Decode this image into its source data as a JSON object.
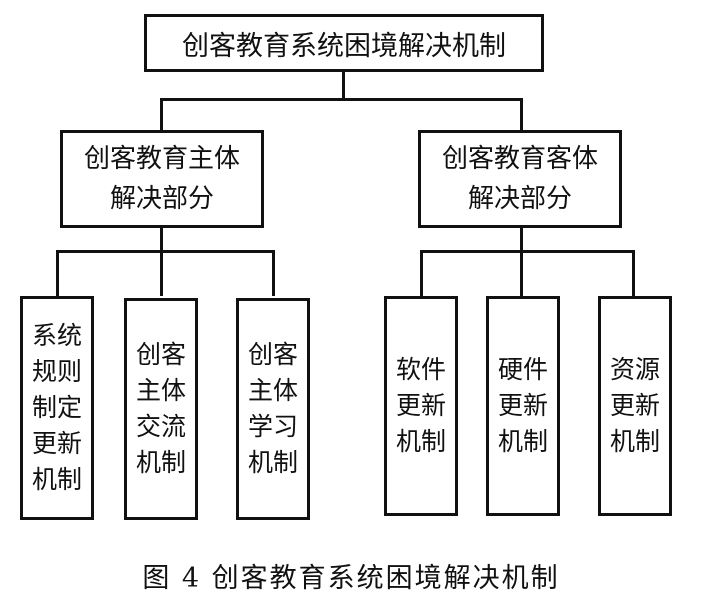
{
  "root": {
    "label": "创客教育系统困境解决机制"
  },
  "branches": [
    {
      "label_lines": [
        "创客教育主体",
        "解决部分"
      ],
      "children": [
        {
          "label": "系统规则制定更新机制"
        },
        {
          "label": "创客主体交流机制"
        },
        {
          "label": "创客主体学习机制"
        }
      ]
    },
    {
      "label_lines": [
        "创客教育客体",
        "解决部分"
      ],
      "children": [
        {
          "label": "软件更新机制"
        },
        {
          "label": "硬件更新机制"
        },
        {
          "label": "资源更新机制"
        }
      ]
    }
  ],
  "caption": "图 4  创客教育系统困境解决机制"
}
